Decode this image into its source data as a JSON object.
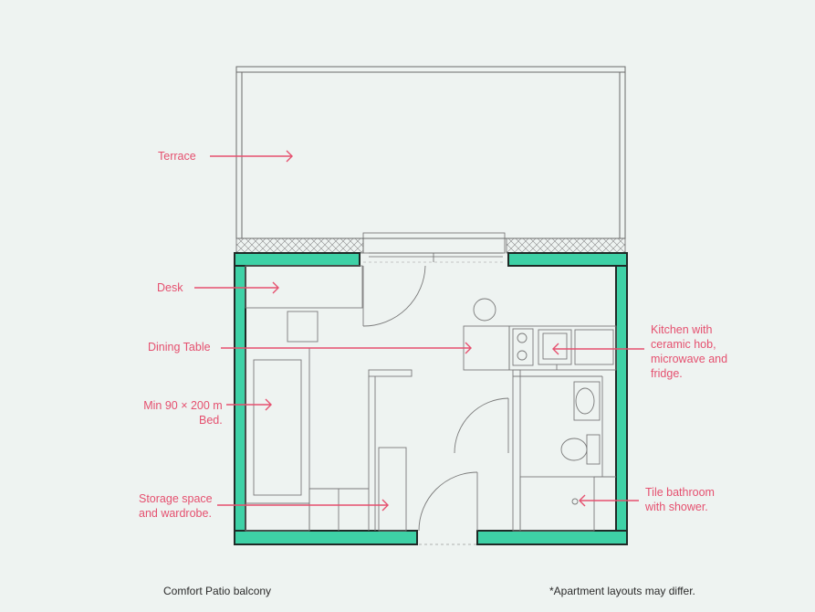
{
  "labels": {
    "terrace": "Terrace",
    "desk": "Desk",
    "dining_table": "Dining Table",
    "bed_line1": "Min 90 × 200 m",
    "bed_line2": "Bed.",
    "storage_line1": "Storage space",
    "storage_line2": "and wardrobe.",
    "kitchen_line1": "Kitchen with",
    "kitchen_line2": "ceramic hob,",
    "kitchen_line3": "microwave and",
    "kitchen_line4": "fridge.",
    "bathroom_line1": "Tile bathroom",
    "bathroom_line2": "with shower."
  },
  "footer": {
    "left": "Comfort Patio balcony",
    "right": "*Apartment layouts may differ."
  },
  "colors": {
    "background": "#eef3f1",
    "wall": "#3ed1a6",
    "wall_outline": "#1f2a27",
    "annotation": "#e5506f",
    "line": "#6b6b6b"
  }
}
